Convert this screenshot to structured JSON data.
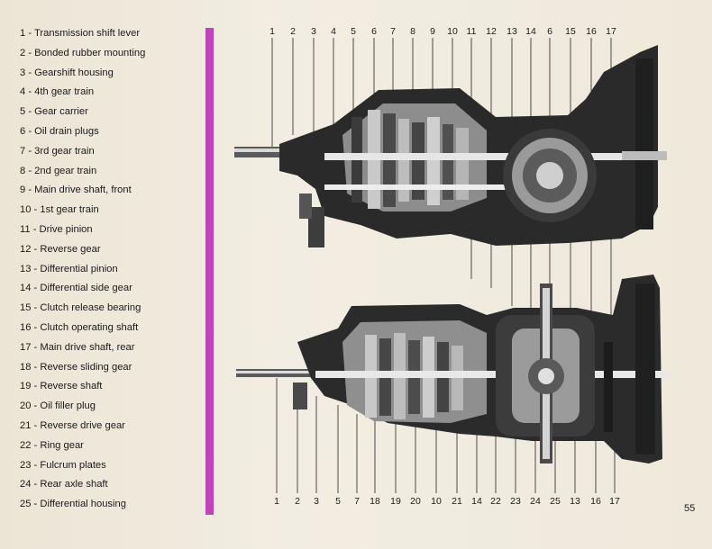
{
  "legend": [
    "1 - Transmission shift lever",
    "2 - Bonded rubber mounting",
    "3 - Gearshift housing",
    "4 - 4th gear train",
    "5 - Gear carrier",
    "6 - Oil drain plugs",
    "7 - 3rd gear train",
    "8 - 2nd gear train",
    "9 - Main drive shaft, front",
    "10 - 1st gear train",
    "11 - Drive pinion",
    "12 - Reverse gear",
    "13 - Differential pinion",
    "14 - Differential side gear",
    "15 - Clutch release bearing",
    "16 - Clutch operating shaft",
    "17 - Main drive shaft, rear",
    "18 - Reverse sliding gear",
    "19 - Reverse shaft",
    "20 - Oil filler plug",
    "21 - Reverse drive gear",
    "22 - Ring gear",
    "23 - Fulcrum plates",
    "24 - Rear axle shaft",
    "25 - Differential housing"
  ],
  "top_callouts": [
    "1",
    "2",
    "3",
    "4",
    "5",
    "6",
    "7",
    "8",
    "9",
    "10",
    "11",
    "12",
    "13",
    "14",
    "6",
    "15",
    "16",
    "17"
  ],
  "bottom_callouts": [
    "1",
    "2",
    "3",
    "5",
    "7",
    "18",
    "19",
    "20",
    "10",
    "21",
    "14",
    "22",
    "23",
    "24",
    "25",
    "13",
    "16",
    "17"
  ],
  "page_number": "55",
  "colors": {
    "accent_bar": "#c044b8",
    "paper": "#efe9dc",
    "ink": "#1a1a1a"
  }
}
